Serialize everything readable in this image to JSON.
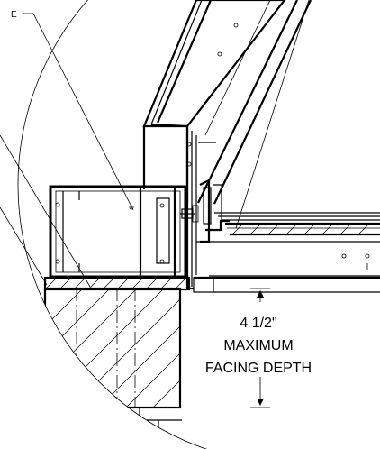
{
  "callouts": {
    "top_left_fragment": "E"
  },
  "dimension": {
    "value": "4 1/2\"",
    "line1": "MAXIMUM",
    "line2": "FACING DEPTH"
  }
}
